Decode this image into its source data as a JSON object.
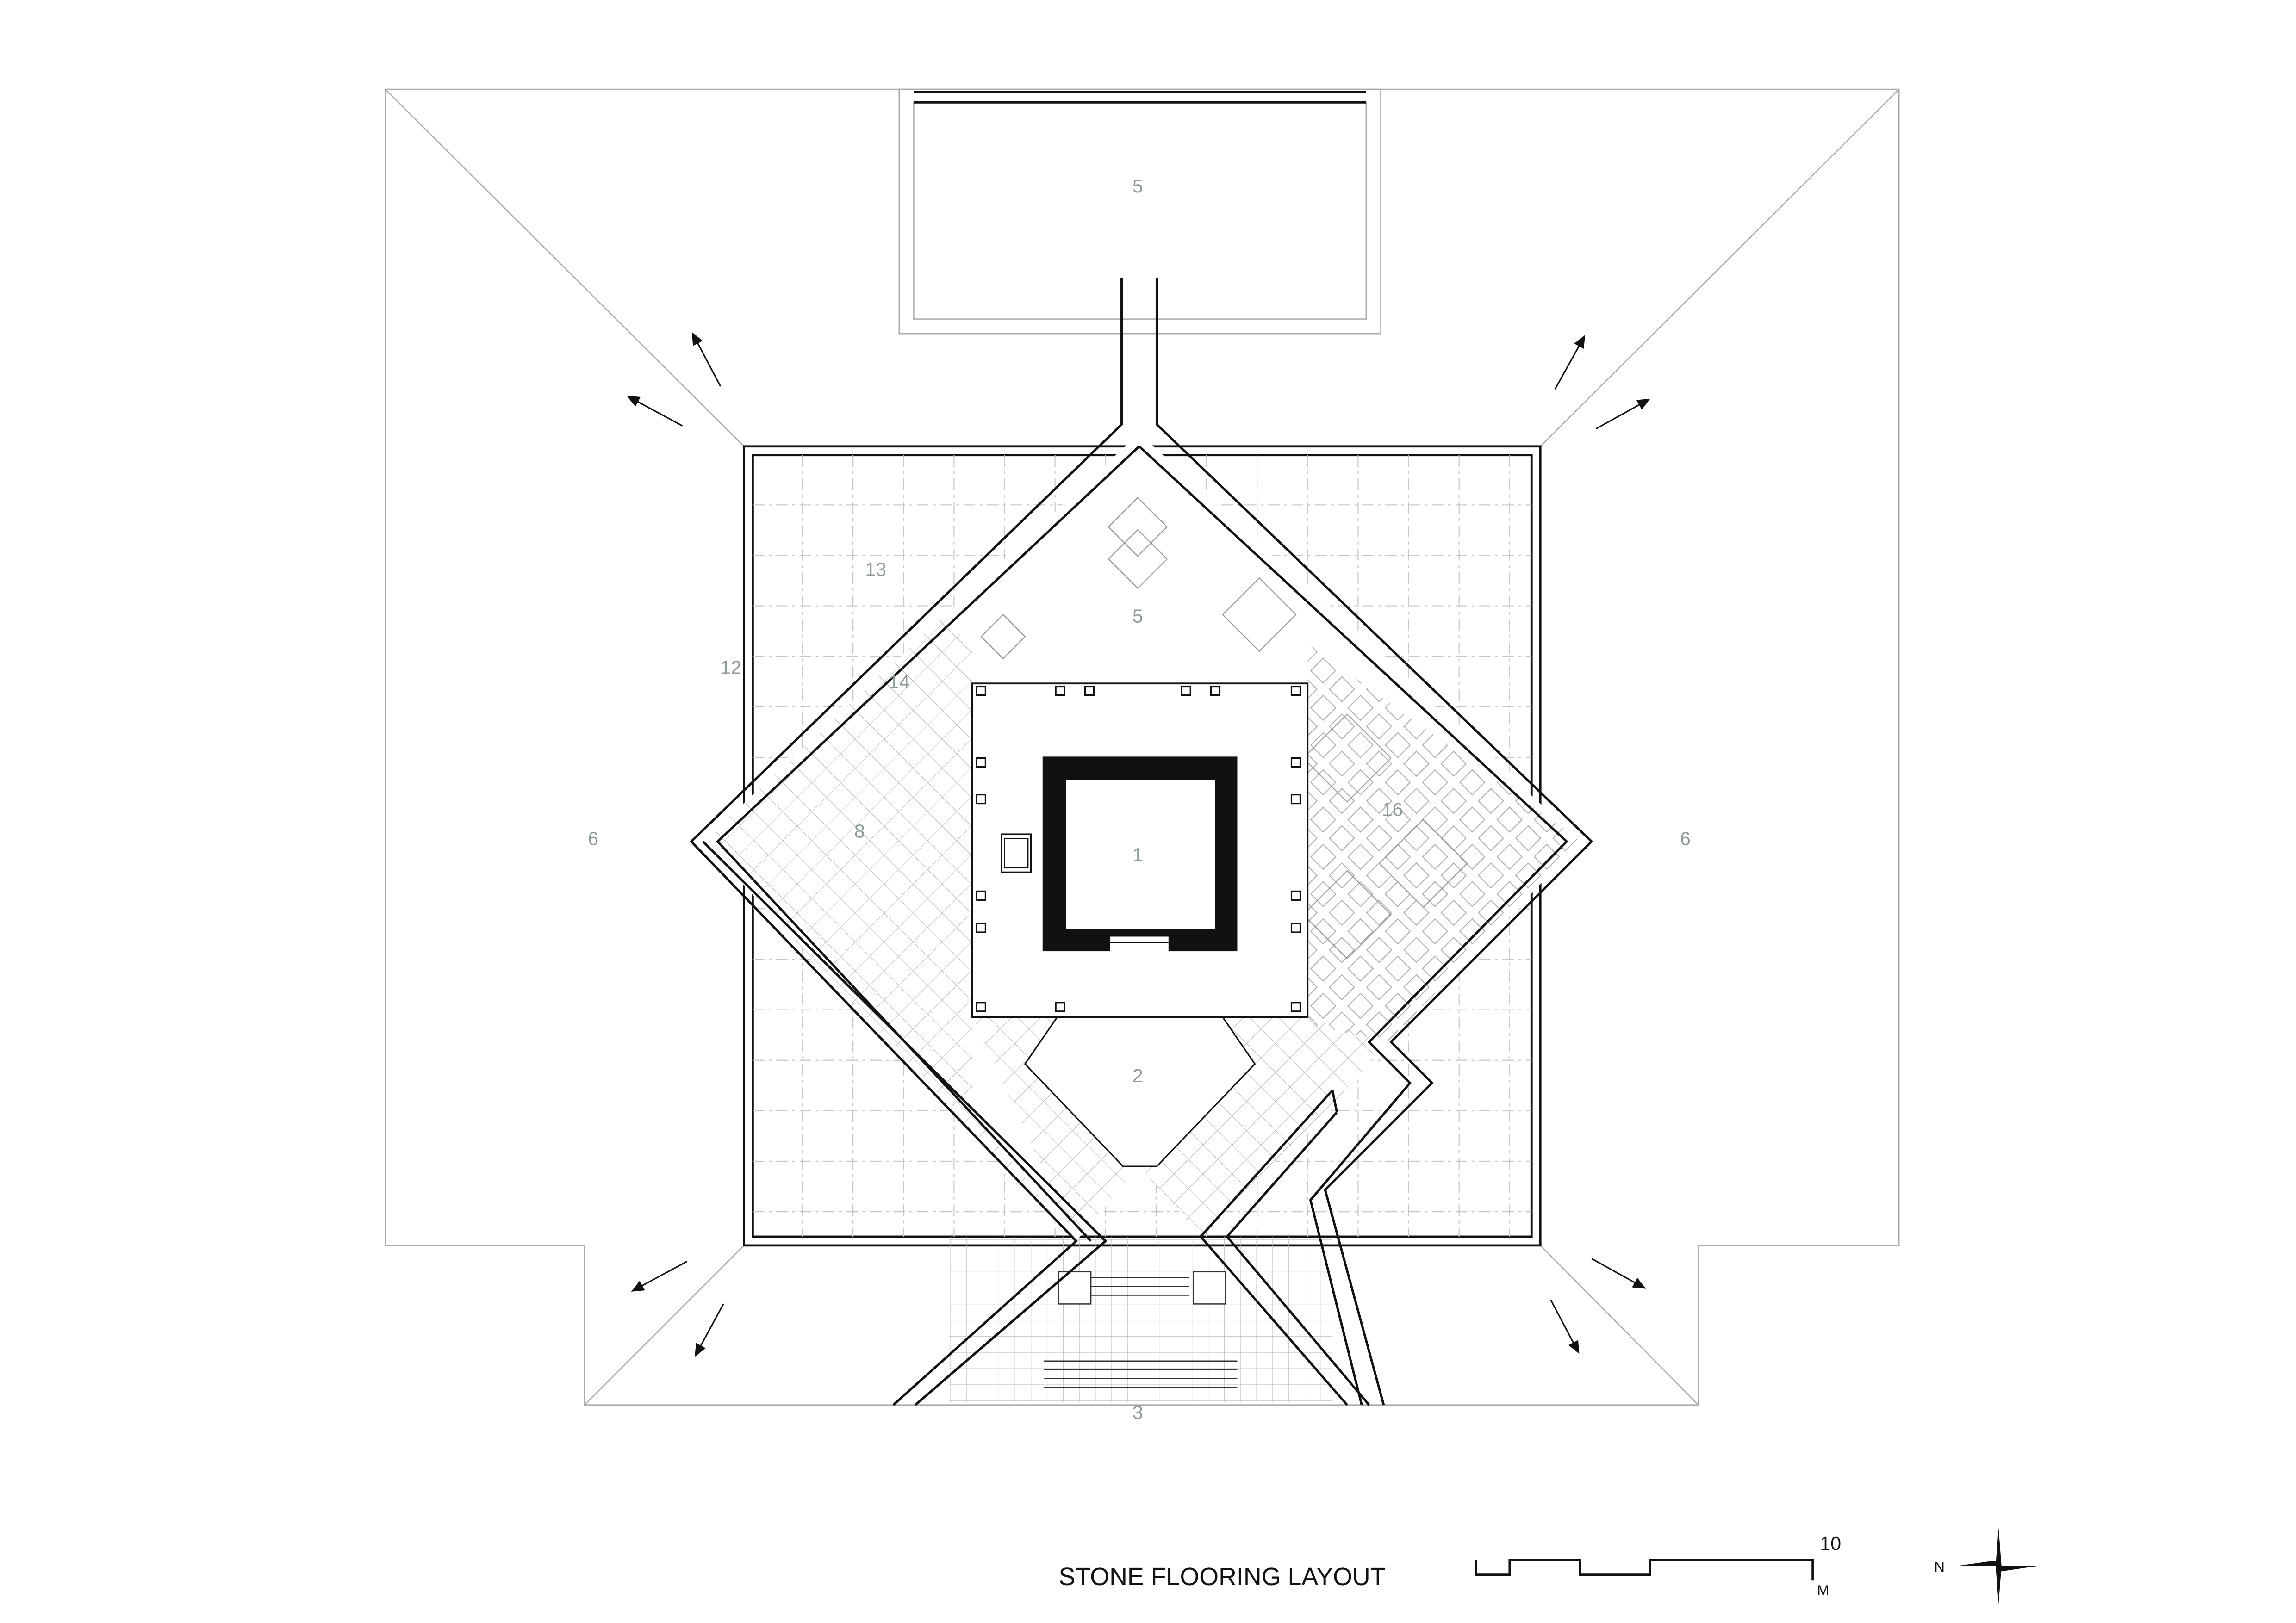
{
  "title": "STONE FLOORING LAYOUT",
  "scale_bar": {
    "value": "10",
    "unit": "M"
  },
  "north_arrow": {
    "label": "N"
  },
  "labels": {
    "pool": "5",
    "court": "5",
    "lawn_grid": "13",
    "edge": "12",
    "pavers": "14",
    "west": "6",
    "east": "6",
    "diagonal_paving": "8",
    "sanctum": "1",
    "pattern_paving": "16",
    "porch": "2",
    "entry": "3"
  },
  "colors": {
    "line": "#111111",
    "thin": "#9a9a9a",
    "label": "#8c9b9a"
  }
}
